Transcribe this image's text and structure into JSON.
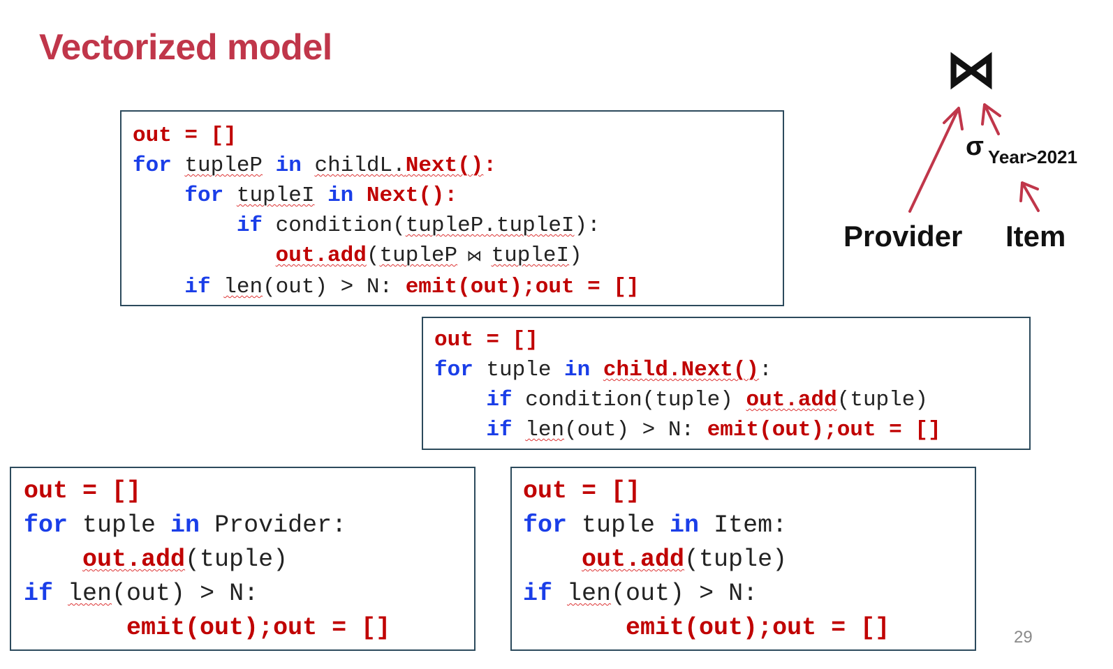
{
  "slide": {
    "title": "Vectorized model",
    "page_number": "29"
  },
  "tree": {
    "join_symbol": "⋈",
    "select_sigma": "σ",
    "select_condition": "Year>2021",
    "provider": "Provider",
    "item": "Item",
    "arrow_color": "#c0364a"
  },
  "code_join": {
    "l1_out": "out = []",
    "l2_for": "for",
    "l2_var": "tupleP",
    "l2_in": "in",
    "l2_child": "childL.",
    "l2_next": "Next()",
    "l2_colon": ":",
    "l3_for": "for",
    "l3_var": "tupleI",
    "l3_in": "in",
    "l3_next": "Next():",
    "l4_if": "if",
    "l4_cond": "condition(",
    "l4_args": "tupleP.tupleI",
    "l4_close": "):",
    "l5_add": "out.add",
    "l5_open": "(",
    "l5_left": "tupleP",
    "l5_join": " ⋈ ",
    "l5_right": "tupleI",
    "l5_close": ")",
    "l6_if": "if",
    "l6_len": "len",
    "l6_rest": "(out) > N: ",
    "l6_emit": "emit(out);out = []"
  },
  "code_select": {
    "l1_out": "out = []",
    "l2_for": "for",
    "l2_var": " tuple ",
    "l2_in": "in",
    "l2_child": "child.Next()",
    "l2_colon": ":",
    "l3_if": "if",
    "l3_cond": " condition(tuple) ",
    "l3_add": "out.add",
    "l3_arg": "(tuple)",
    "l4_if": "if",
    "l4_len": "len",
    "l4_rest": "(out) > N: ",
    "l4_emit": "emit(out);out = []"
  },
  "code_provider": {
    "l1_out": "out = []",
    "l2_for": "for",
    "l2_var": " tuple ",
    "l2_in": "in",
    "l2_src": " Provider:",
    "l3_add": "out.add",
    "l3_arg": "(tuple)",
    "l4_if": "if",
    "l4_len": "len",
    "l4_rest": "(out) > N:",
    "l5_emit": "emit(out);out = []"
  },
  "code_item": {
    "l1_out": "out = []",
    "l2_for": "for",
    "l2_var": " tuple ",
    "l2_in": "in",
    "l2_src": " Item:",
    "l3_add": "out.add",
    "l3_arg": "(tuple)",
    "l4_if": "if",
    "l4_len": "len",
    "l4_rest": "(out) > N:",
    "l5_emit": "emit(out);out = []"
  }
}
